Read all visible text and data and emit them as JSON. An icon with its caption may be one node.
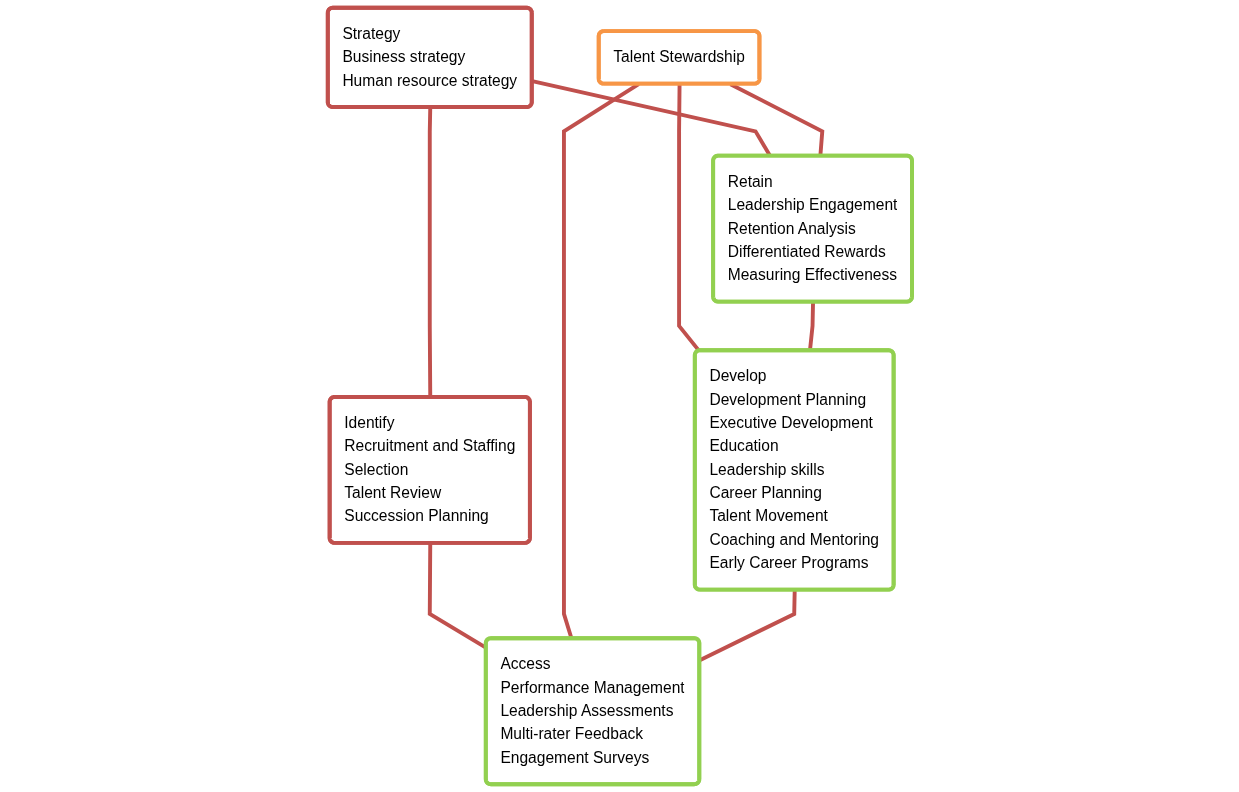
{
  "diagram": {
    "nodes": [
      {
        "text": [
          "Identify",
          "Recruitment and Staffing",
          "Selection",
          "Talent Review",
          "Succession Planning"
        ]
      },
      {
        "text": [
          "Strategy",
          "Business strategy",
          "Human resource strategy"
        ]
      },
      {
        "text": [
          "Talent Stewardship"
        ]
      },
      {
        "text": [
          "Access",
          "Performance Management",
          "Leadership Assessments",
          "Multi-rater Feedback",
          "Engagement Surveys"
        ]
      },
      {
        "text": [
          "Retain",
          "Leadership Engagement",
          "Retention Analysis",
          "Differentiated Rewards",
          "Measuring Effectiveness"
        ]
      },
      {
        "text": [
          "Develop",
          "Development Planning",
          "Executive Development",
          "Education",
          "Leadership skills",
          "Career Planning",
          "Talent Movement",
          "Coaching and Mentoring",
          "Early Career Programs"
        ]
      }
    ],
    "edges": [
      {
        "from": 1,
        "to": 0,
        "arrow": "none"
      },
      {
        "from": 0,
        "to": 3,
        "arrow": "none"
      },
      {
        "from": 1,
        "to": 4,
        "arrow": "none"
      },
      {
        "from": 2,
        "to": 3,
        "arrow": "none"
      },
      {
        "from": 2,
        "to": 4,
        "arrow": "none"
      },
      {
        "from": 2,
        "to": 5,
        "arrow": "none"
      },
      {
        "from": 4,
        "to": 5,
        "arrow": "none"
      },
      {
        "from": 5,
        "to": 3,
        "arrow": "none"
      }
    ]
  }
}
